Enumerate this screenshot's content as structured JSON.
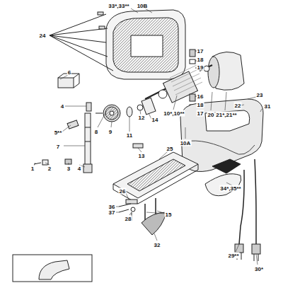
{
  "diagram": {
    "labels": [
      "24",
      "33*,33**",
      "10B",
      "17",
      "18",
      "19",
      "16",
      "18",
      "17",
      "20",
      "21*,21**",
      "23",
      "22",
      "31",
      "6",
      "4",
      "5**",
      "7",
      "1",
      "2",
      "3",
      "4",
      "8",
      "9",
      "11",
      "12",
      "13",
      "14",
      "10*,10**",
      "10A",
      "25",
      "26",
      "36",
      "37",
      "28",
      "15",
      "34*,35**",
      "32",
      "29**",
      "30*"
    ]
  }
}
